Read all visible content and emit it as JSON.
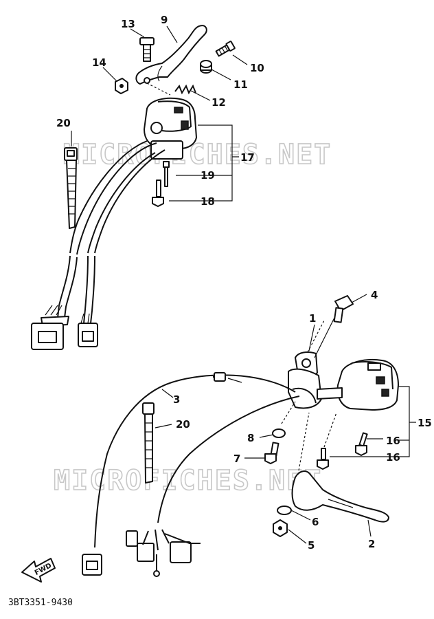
{
  "watermark_text": "MICROFICHES.NET",
  "diagram_code": "3BT3351-9430",
  "fwd_label": "FWD",
  "callouts": {
    "c1": "1",
    "c2": "2",
    "c3": "3",
    "c4": "4",
    "c5": "5",
    "c6": "6",
    "c7": "7",
    "c8": "8",
    "c9": "9",
    "c10": "10",
    "c11": "11",
    "c12": "12",
    "c13": "13",
    "c14": "14",
    "c15": "15",
    "c16a": "16",
    "c16b": "16",
    "c17": "17",
    "c18": "18",
    "c19": "19",
    "c20a": "20",
    "c20b": "20"
  }
}
